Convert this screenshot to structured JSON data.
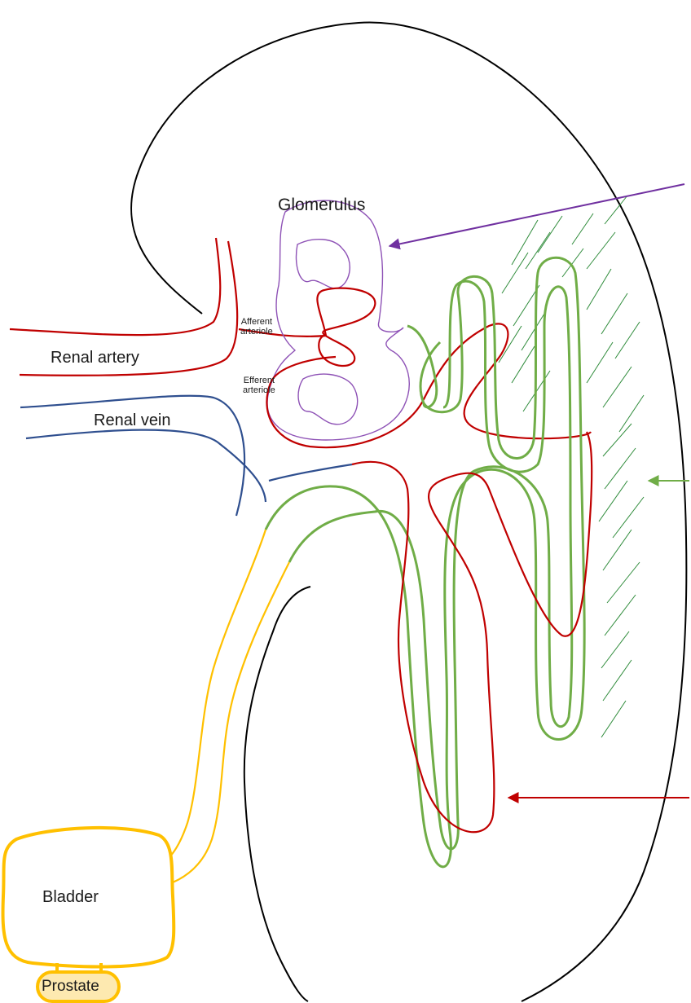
{
  "labels": {
    "glomerulus": "Glomerulus",
    "renal_artery": "Renal artery",
    "renal_vein": "Renal vein",
    "afferent_arteriole": [
      "Afferent",
      "arteriole"
    ],
    "efferent_arteriole": [
      "Efferent",
      "arteriole"
    ],
    "bladder": "Bladder",
    "prostate": "Prostate"
  },
  "colors": {
    "kidney_outline": "#000000",
    "glomerulus": "#8e52b6",
    "artery": "#c00000",
    "vein": "#2f4f8f",
    "tubule": "#70ad47",
    "ureter": "#ffc000",
    "prostate_fill": "#fde9b0",
    "interstitium": "#2e8b3a",
    "arrow_purple": "#7030a0",
    "arrow_green": "#70ad47",
    "arrow_red": "#c00000"
  }
}
